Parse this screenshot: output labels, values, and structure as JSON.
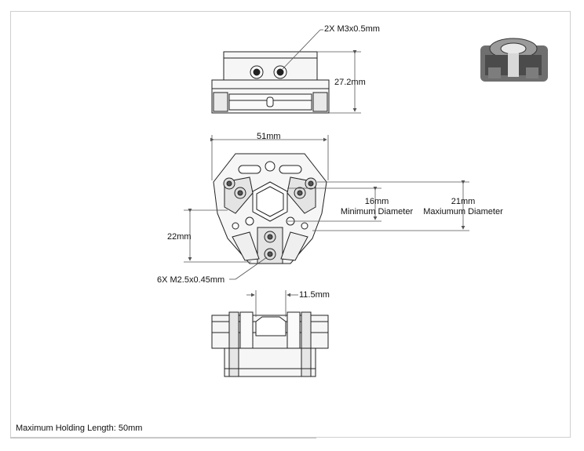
{
  "labels": {
    "thread_m3": "2X M3x0.5mm",
    "height": "27.2mm",
    "width": "51mm",
    "min_dia_value": "16mm",
    "min_dia_label": "Minimum Diameter",
    "max_dia_value": "21mm",
    "max_dia_label": "Maxiumum Diameter",
    "depth": "22mm",
    "thread_m25": "6X M2.5x0.45mm",
    "slot": "11.5mm"
  },
  "footer": {
    "max_holding_length": "Maximum Holding Length: 50mm"
  },
  "colors": {
    "line": "#222222",
    "dim_line": "#555555",
    "border": "#cfcfcf",
    "fill_light": "#f4f4f4",
    "fill_mid": "#d6d6d6",
    "fill_dark": "#5a5a5a"
  }
}
